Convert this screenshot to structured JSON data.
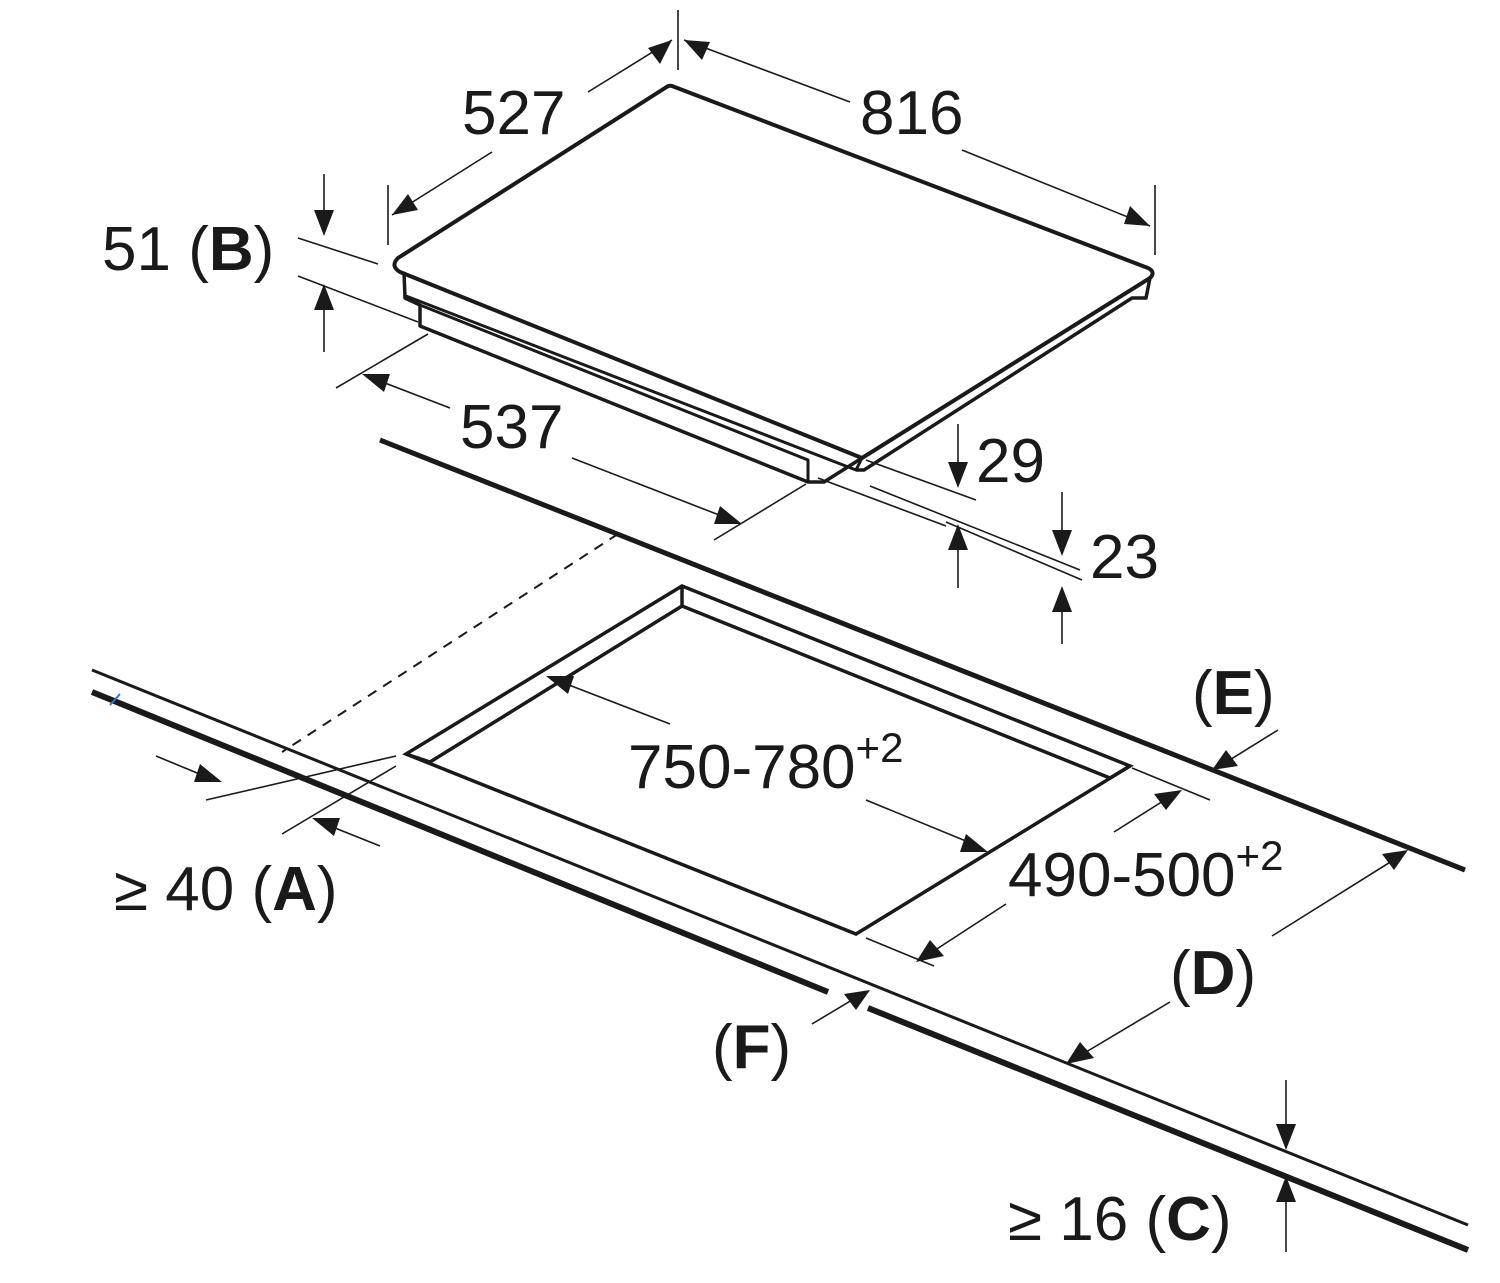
{
  "dimensions": {
    "depth": "527",
    "width": "816",
    "height_b": "51",
    "body_depth": "537",
    "step_29": "29",
    "step_23": "23",
    "cutout_width": "750-780",
    "cutout_width_tol": "+2",
    "cutout_depth": "490-500",
    "cutout_depth_tol": "+2",
    "min_front": "≥ 40",
    "min_thickness": "≥ 16"
  },
  "letters": {
    "A": "A",
    "B": "B",
    "C": "C",
    "D": "D",
    "E": "E",
    "F": "F"
  },
  "colors": {
    "line": "#1a1a1a",
    "background": "#ffffff"
  }
}
